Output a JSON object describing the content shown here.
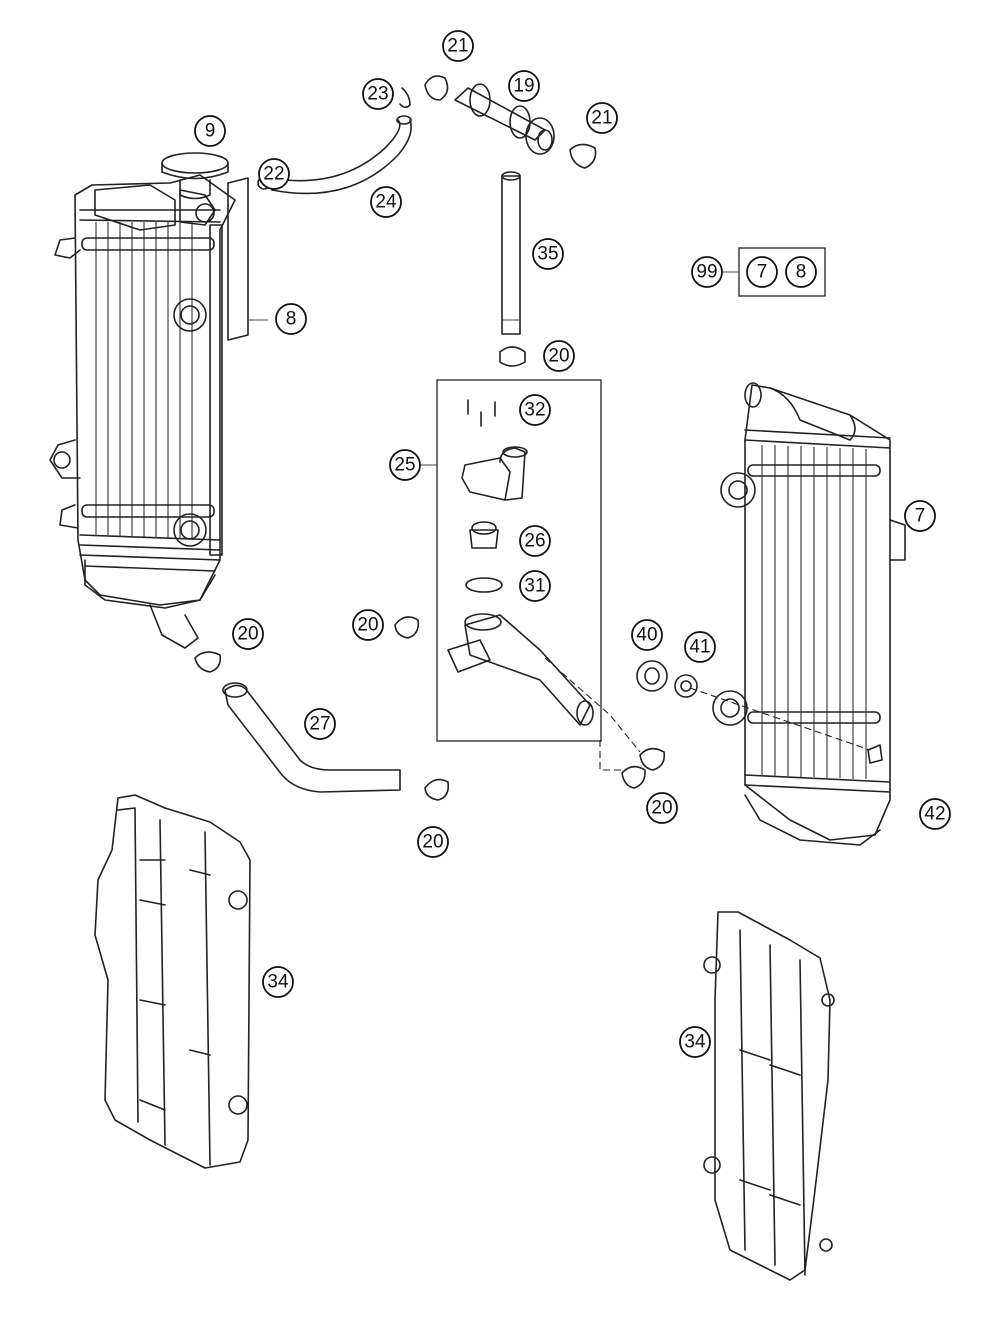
{
  "callouts": {
    "c19": "19",
    "c21a": "21",
    "c21b": "21",
    "c23": "23",
    "c9": "9",
    "c22": "22",
    "c24": "24",
    "c8": "8",
    "c35": "35",
    "c20a": "20",
    "c32": "32",
    "c25": "25",
    "c26": "26",
    "c31": "31",
    "c20b": "20",
    "c20c": "20",
    "c27": "27",
    "c20d": "20",
    "c20e": "20",
    "c7": "7",
    "c40": "40",
    "c41": "41",
    "c42": "42",
    "c34a": "34",
    "c34b": "34"
  },
  "kit": {
    "number": "99",
    "items": [
      "7",
      "8"
    ]
  }
}
